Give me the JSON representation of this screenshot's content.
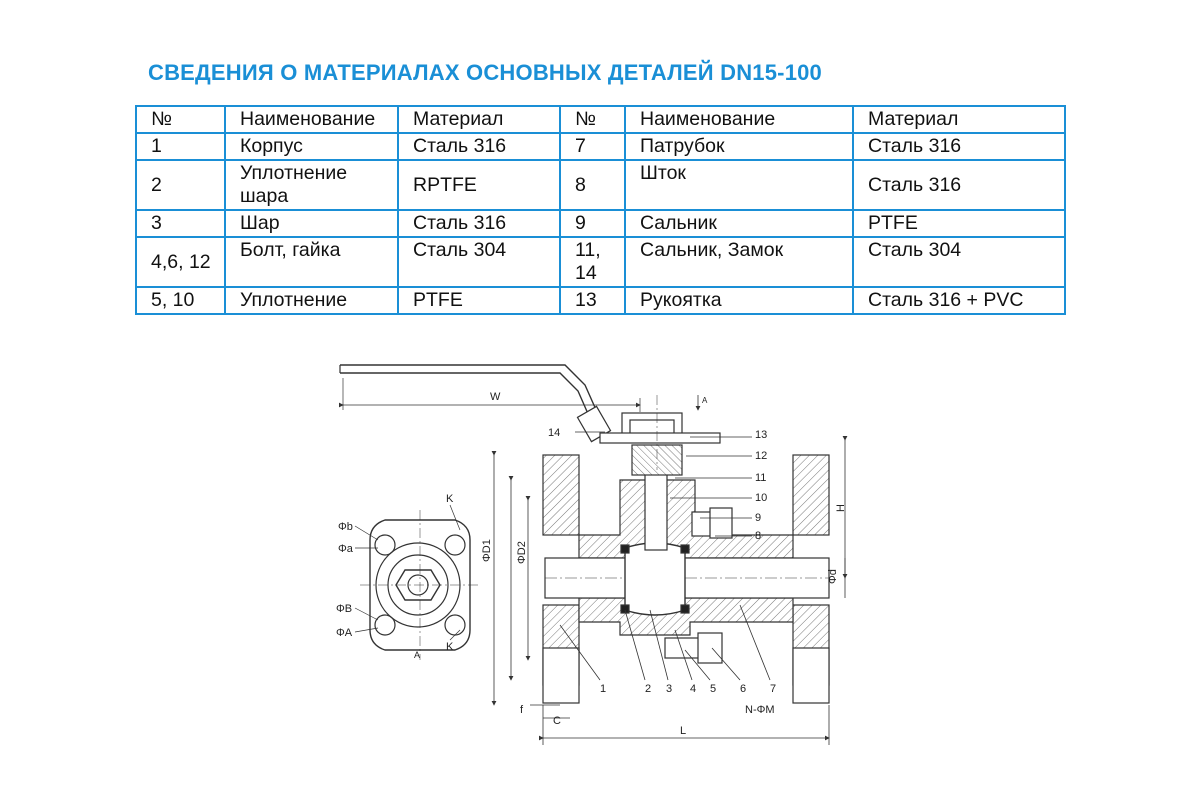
{
  "title": "СВЕДЕНИЯ О МАТЕРИАЛАХ ОСНОВНЫХ ДЕТАЛЕЙ DN15-100",
  "table": {
    "headers": [
      "№",
      "Наименование",
      "Материал",
      "№",
      "Наименование",
      "Материал"
    ],
    "rows": [
      [
        "1",
        "Корпус",
        "Сталь 316",
        "7",
        "Патрубок",
        "Сталь 316"
      ],
      [
        "2",
        "Уплотнение шара",
        "RPTFE",
        "8",
        "Шток",
        "Сталь 316"
      ],
      [
        "3",
        "Шар",
        "Сталь 316",
        "9",
        "Сальник",
        "PTFE"
      ],
      [
        "4,6, 12",
        "Болт, гайка",
        "Сталь 304",
        "11, 14",
        "Сальник, Замок",
        "Сталь 304"
      ],
      [
        "5, 10",
        "Уплотнение",
        "PTFE",
        "13",
        "Рукоятка",
        "Сталь 316 + PVC"
      ]
    ]
  },
  "drawing": {
    "part_numbers": [
      "14",
      "13",
      "12",
      "11",
      "10",
      "9",
      "8",
      "1",
      "2",
      "3",
      "4",
      "5",
      "6",
      "7"
    ],
    "dims": {
      "W": "W",
      "A_top": "A",
      "H": "H",
      "d": "Φd",
      "D1": "ΦD1",
      "D2": "ΦD2",
      "f": "f",
      "C": "C",
      "L": "L",
      "NM": "N-ΦM",
      "K1": "K",
      "K2": "K",
      "b": "Φb",
      "a": "Φa",
      "B": "ΦB",
      "A": "ΦA",
      "A_view": "A"
    }
  }
}
